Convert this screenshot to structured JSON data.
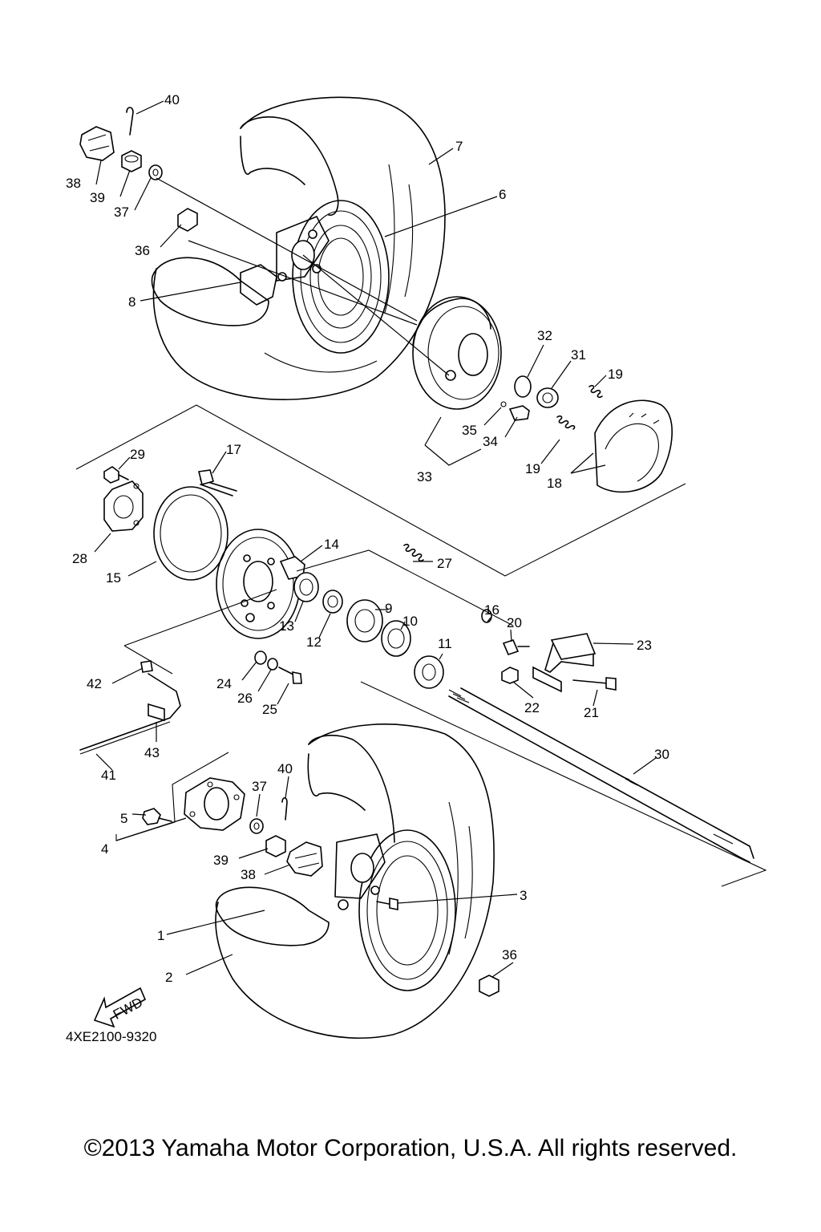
{
  "diagram": {
    "part_code": "4XE2100-9320",
    "fwd_label": "FWD",
    "copyright": "©2013 Yamaha Motor Corporation, U.S.A. All rights reserved.",
    "callouts": {
      "c40a": "40",
      "c7": "7",
      "c38a": "38",
      "c39a": "39",
      "c37a": "37",
      "c6": "6",
      "c36a": "36",
      "c8": "8",
      "c32": "32",
      "c31": "31",
      "c19a": "19",
      "c35": "35",
      "c34": "34",
      "c33": "33",
      "c19b": "19",
      "c18": "18",
      "c29": "29",
      "c17": "17",
      "c14": "14",
      "c27": "27",
      "c28": "28",
      "c15": "15",
      "c9": "9",
      "c10": "10",
      "c16": "16",
      "c20": "20",
      "c23": "23",
      "c11": "11",
      "c13": "13",
      "c12": "12",
      "c42": "42",
      "c24": "24",
      "c26": "26",
      "c25": "25",
      "c22": "22",
      "c21": "21",
      "c43": "43",
      "c30": "30",
      "c41": "41",
      "c37b": "37",
      "c40b": "40",
      "c5": "5",
      "c4": "4",
      "c39b": "39",
      "c38b": "38",
      "c3": "3",
      "c1": "1",
      "c36b": "36",
      "c2": "2"
    }
  }
}
